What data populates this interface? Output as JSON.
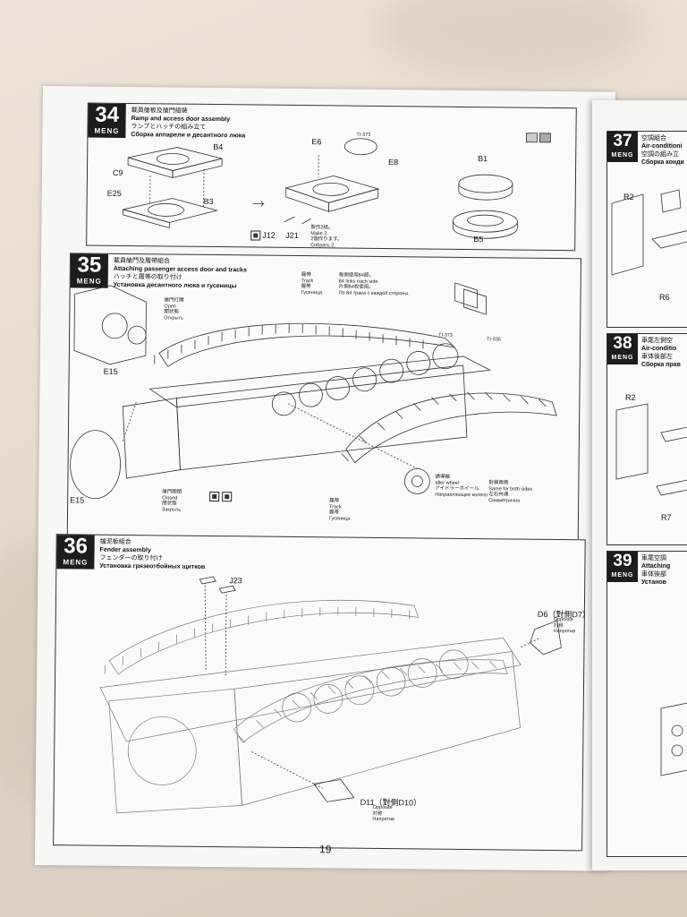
{
  "page_number": "19",
  "brand": "MENG",
  "step34": {
    "number": "34",
    "title_cn": "載員艙板及艙門組裝",
    "title_en": "Ramp and access door assembly",
    "title_jp": "ランプとハッチの組み立て",
    "title_ru": "Сборка аппарели и десантного люка",
    "labels": {
      "b4": "B4",
      "c9": "C9",
      "e25": "E25",
      "b3": "B3",
      "e6": "E6",
      "e8": "E8",
      "j12": "J12",
      "j21": "J21",
      "b1": "B1",
      "b5": "B5",
      "ti": "TI-373"
    },
    "note_lines": [
      "製作2組。",
      "Make 2.",
      "2個作ります。",
      "Собрать 2."
    ]
  },
  "step35": {
    "number": "35",
    "title_cn": "載員艙門及履帶組合",
    "title_en": "Attaching passenger access door and tracks",
    "title_jp": "ハッチと履帯の取り付け",
    "title_ru": "Установка десантного люка и гусеницы",
    "open_lines": [
      "艙門打開",
      "Open",
      "開状態",
      "Открыть"
    ],
    "closed_lines": [
      "艙門關閉",
      "Closed",
      "閉状態",
      "Закрыть"
    ],
    "track_lines": [
      "履帶",
      "Track",
      "履帯",
      "Гусеница"
    ],
    "idler_lines": [
      "誘導輪",
      "Idler wheel",
      "アイドラーホイール",
      "Направляющее колесо"
    ],
    "both_sides_lines": [
      "對稱兩側",
      "Same for both sides",
      "左右共通",
      "Симметрично"
    ],
    "note_lines": [
      "每側使用84節。",
      "84 links each side.",
      "片側84枚使用。",
      "По 84 трака с каждой стороны."
    ],
    "labels": {
      "e15a": "E15",
      "e15b": "E15",
      "ti1": "TI-373",
      "ti2": "TI-335"
    }
  },
  "step36": {
    "number": "36",
    "title_cn": "擋泥板組合",
    "title_en": "Fender assembly",
    "title_jp": "フェンダーの取り付け",
    "title_ru": "Установка грязеотбойных щитков",
    "labels": {
      "j23": "J23",
      "d6": "D6（對側D7）",
      "d11": "D11（對側D10）"
    },
    "opposite_lines": [
      "Opposite",
      "対称",
      "Напротив"
    ]
  },
  "right_page": {
    "step37": {
      "number": "37",
      "lines": [
        "空調組合",
        "Air-conditioni",
        "空調の組み立",
        "Сборка конди"
      ],
      "labels": [
        "R2",
        "R6"
      ]
    },
    "step38": {
      "number": "38",
      "lines": [
        "車尾左側空",
        "Air-conditio",
        "車体後部左",
        "Сборка прав"
      ],
      "labels": [
        "R2",
        "R7"
      ]
    },
    "step39": {
      "number": "39",
      "lines": [
        "車尾空調",
        "Attaching",
        "車体後部",
        "Установ"
      ]
    }
  },
  "colors": {
    "badge": "#1d1d1d",
    "paper": "#f7f7f5",
    "cloth": "#e4d9ce",
    "line": "#333333"
  }
}
